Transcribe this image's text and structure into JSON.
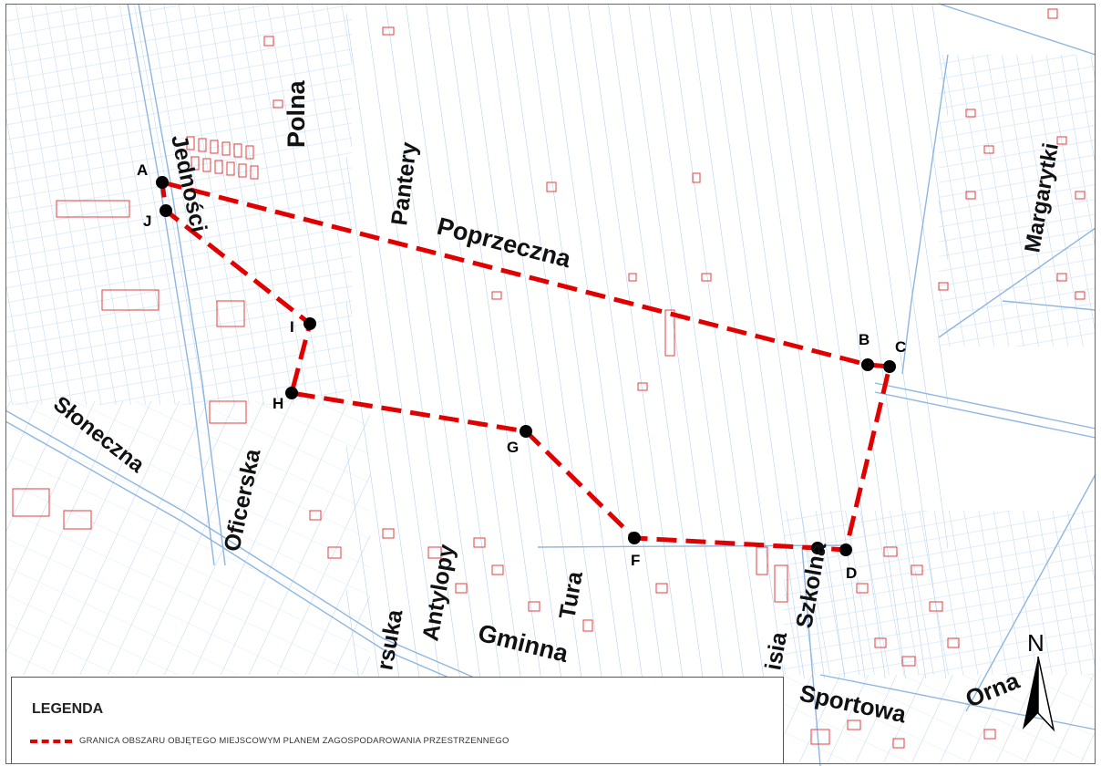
{
  "map": {
    "points": [
      "A",
      "B",
      "C",
      "D",
      "F",
      "G",
      "H",
      "I",
      "J"
    ],
    "streets": [
      "Polna",
      "Jedności",
      "Pantery",
      "Poprzeczna",
      "Margarytki",
      "Słoneczna",
      "Oficerska",
      "Antylopy",
      "Tura",
      "Gminna",
      "Szkolna",
      "Sportowa",
      "Orna",
      "rsuka",
      "isia"
    ],
    "boundary_color": "#e00000",
    "parcel_color": "#9ec3ea",
    "building_color": "#e04040"
  },
  "compass": {
    "north_label": "N"
  },
  "legend": {
    "title": "LEGENDA",
    "items": [
      {
        "label": "GRANICA OBSZARU OBJĘTEGO MIEJSCOWYM PLANEM ZAGOSPODAROWANIA PRZESTRZENNEGO",
        "color": "#e00000",
        "style": "dashed"
      }
    ]
  }
}
